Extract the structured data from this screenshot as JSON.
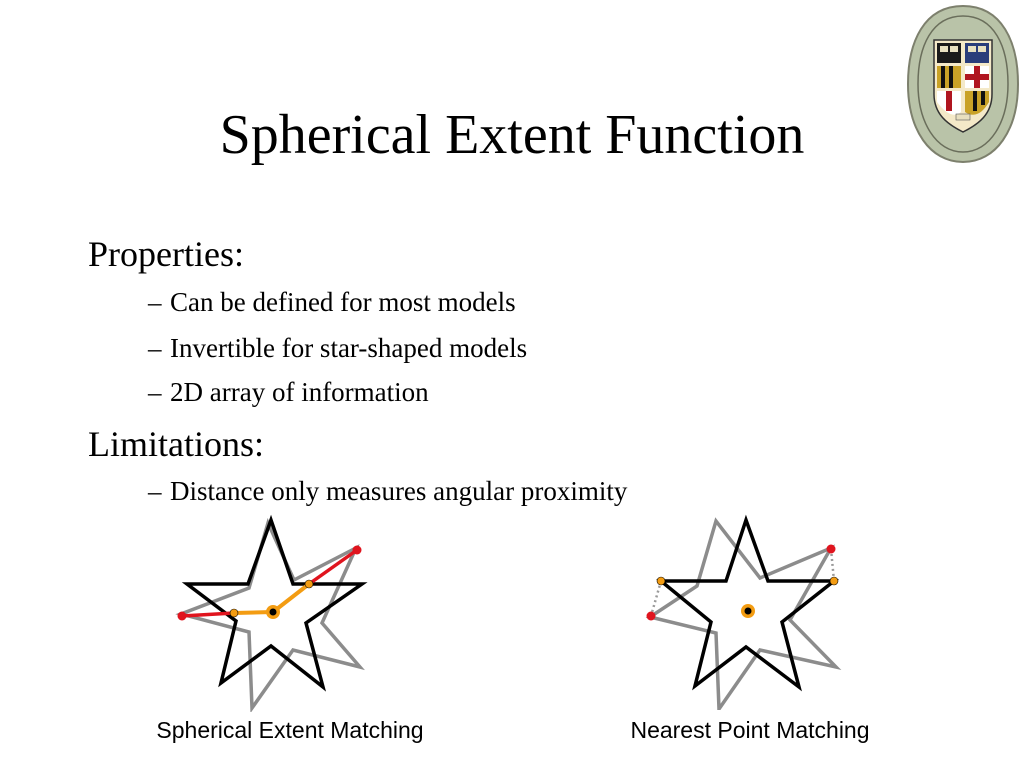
{
  "slide": {
    "title": "Spherical Extent Function",
    "sections": [
      {
        "heading": "Properties:",
        "bullets": [
          "Can be defined for most models",
          "Invertible for star-shaped models",
          "2D array of information"
        ]
      },
      {
        "heading": "Limitations:",
        "bullets": [
          "Distance only measures angular proximity"
        ]
      }
    ],
    "bullet_marker": "–",
    "figures": [
      {
        "caption": "Spherical Extent Matching"
      },
      {
        "caption": "Nearest Point Matching"
      }
    ],
    "logo": {
      "icon": "university-seal-icon"
    }
  },
  "colors": {
    "star_black": "#000000",
    "star_gray": "#8c8c8c",
    "extent_red": "#e0141e",
    "extent_orange": "#f39c12",
    "seal_gold": "#c9c08a",
    "seal_green": "#b9c3a8"
  }
}
